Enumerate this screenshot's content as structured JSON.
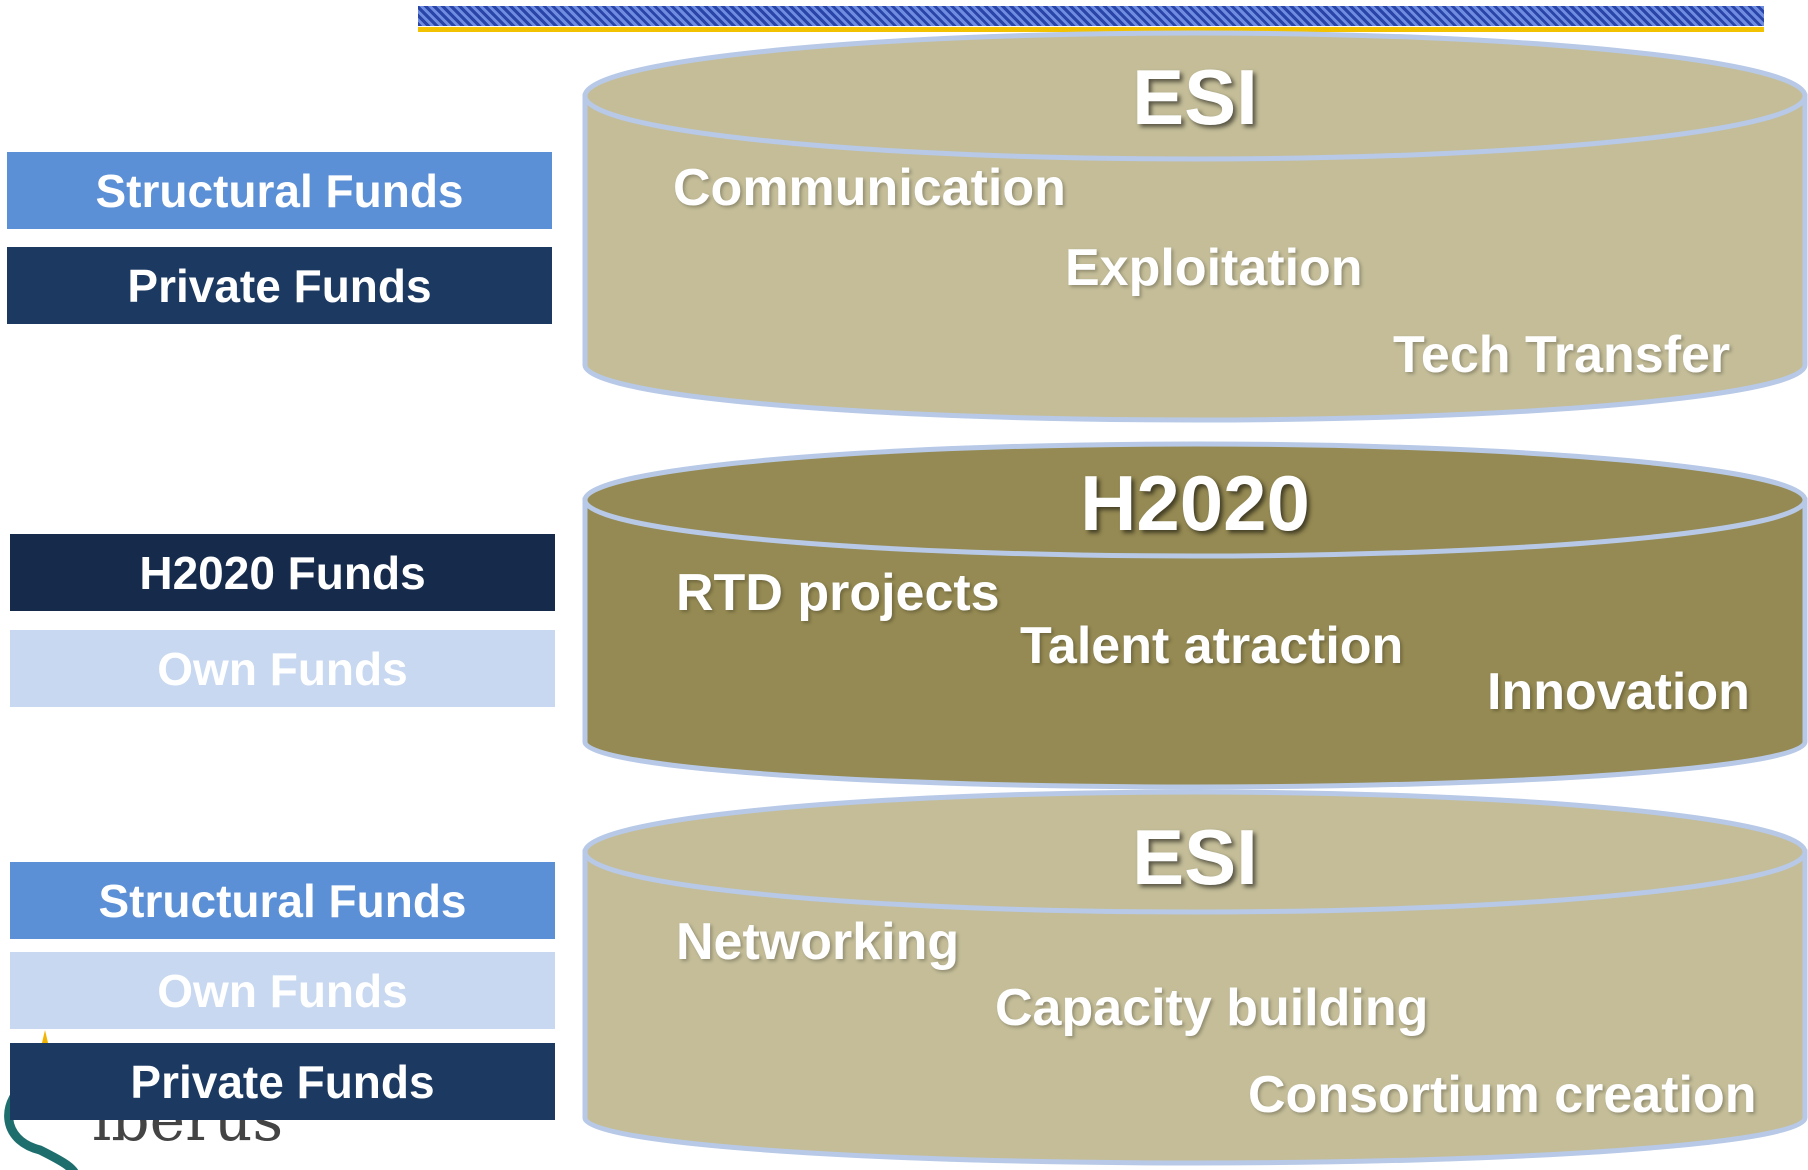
{
  "colors": {
    "esi_fill": "#c4bd98",
    "esi_top": "#c4bd98",
    "h2020_fill": "#958a53",
    "h2020_top": "#958a53",
    "rim": "#b7c9e6"
  },
  "drums": [
    {
      "title": "ESI",
      "items": [
        "Communication",
        "Exploitation",
        "Tech Transfer"
      ]
    },
    {
      "title": "H2020",
      "items": [
        "RTD projects",
        "Talent atraction",
        "Innovation"
      ]
    },
    {
      "title": "ESI",
      "items": [
        "Networking",
        "Capacity building",
        "Consortium creation"
      ]
    }
  ],
  "fund_groups": [
    [
      "Structural Funds",
      "Private Funds"
    ],
    [
      "H2020 Funds",
      "Own Funds"
    ],
    [
      "Structural Funds",
      "Own Funds",
      "Private Funds"
    ]
  ],
  "logo": {
    "text": "iberus"
  }
}
